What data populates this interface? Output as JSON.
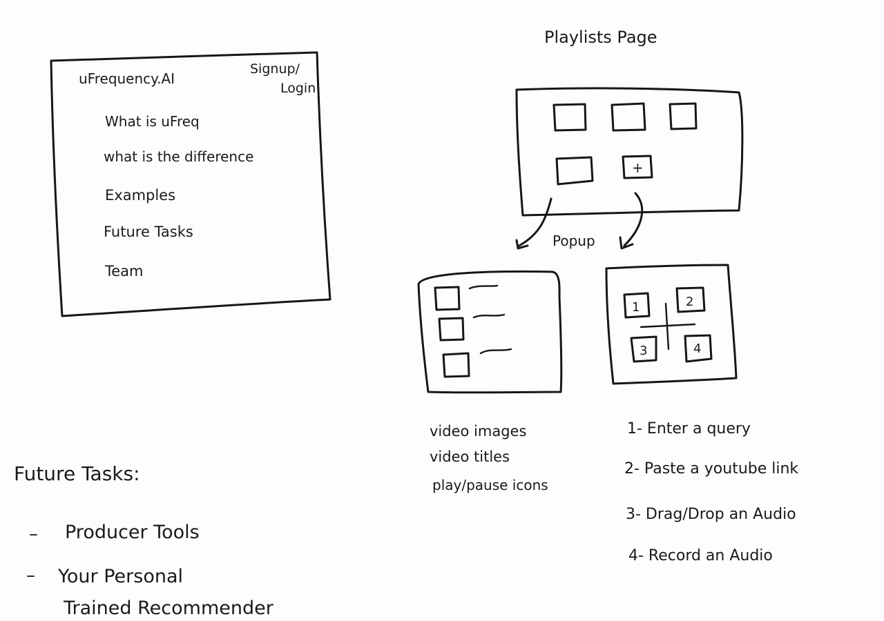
{
  "landing": {
    "brand": "uFrequency.AI",
    "signup_line1": "Signup/",
    "signup_line2": "Login",
    "menu": [
      "What is uFreq",
      "what is the difference",
      "Examples",
      "Future Tasks",
      "Team"
    ]
  },
  "playlists": {
    "title": "Playlists Page",
    "add_symbol": "+",
    "popup_label": "Popup"
  },
  "video_popup": {
    "notes": [
      "video images",
      "video titles",
      "play/pause icons"
    ]
  },
  "input_popup": {
    "quadrant_numbers": [
      "1",
      "2",
      "3",
      "4"
    ],
    "options": [
      "1- Enter a query",
      "2- Paste a youtube link",
      "3- Drag/Drop an Audio",
      "4- Record an Audio"
    ]
  },
  "future_tasks": {
    "heading": "Future Tasks:",
    "items": [
      {
        "line1": "Producer Tools",
        "line2": ""
      },
      {
        "line1": "Your Personal",
        "line2": "Trained Recommender"
      }
    ],
    "bullet": "–"
  }
}
